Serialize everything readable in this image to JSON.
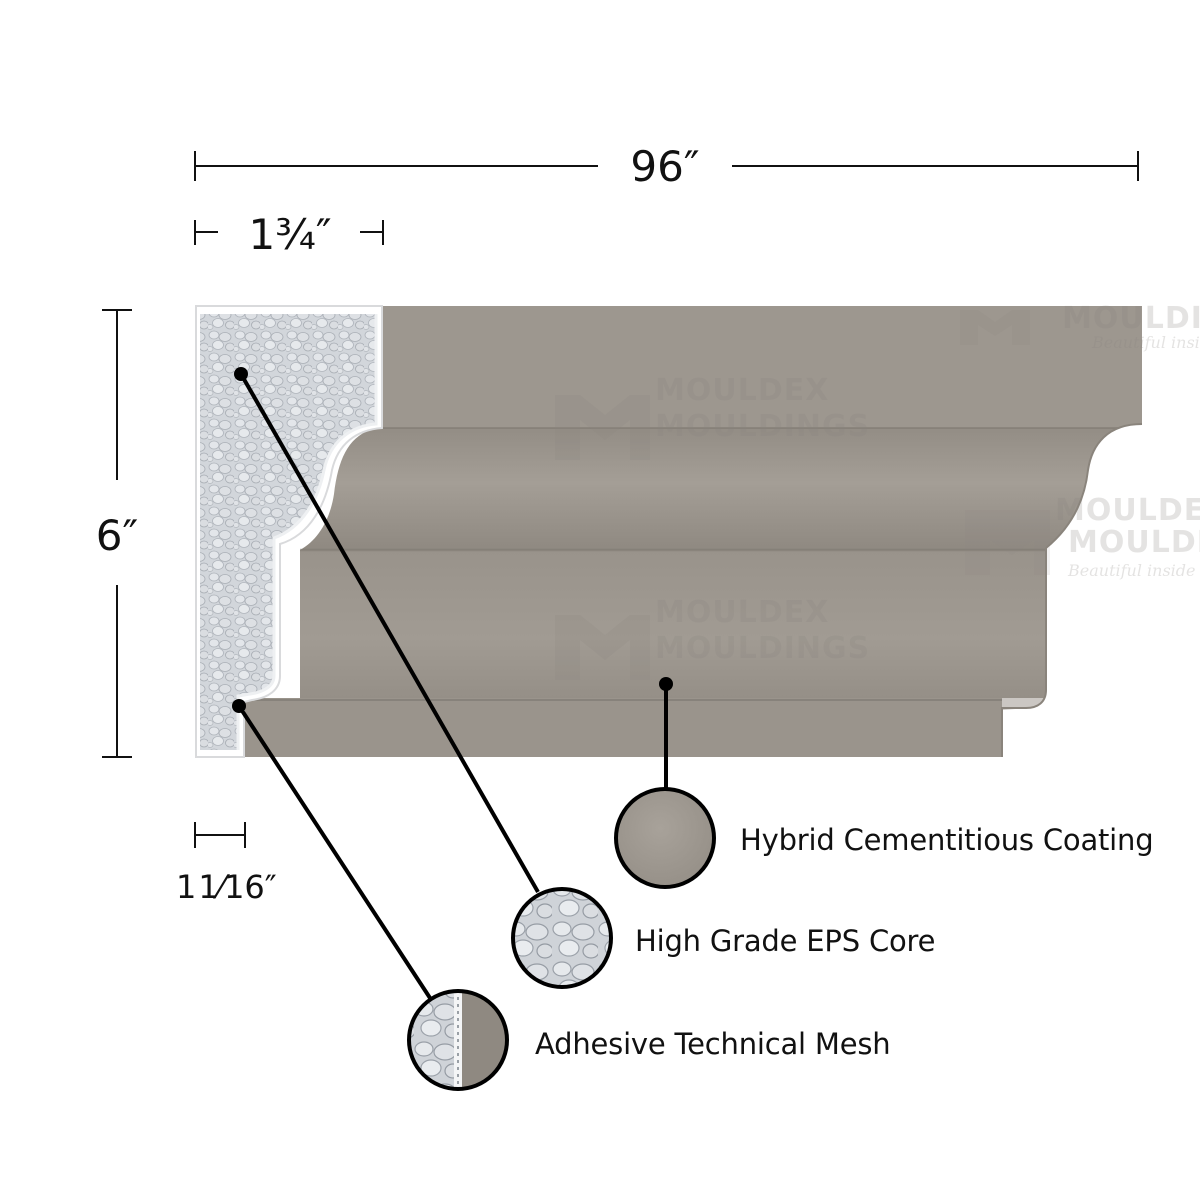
{
  "dimensions": {
    "length": "96″",
    "depth_top": "1¾″",
    "height": "6″",
    "depth_bottom_whole": "1",
    "depth_bottom_fraction": "1⁄16",
    "depth_bottom_inch": "″"
  },
  "layers": [
    {
      "label": "Hybrid Cementitious Coating",
      "icon": "coating-swatch-icon"
    },
    {
      "label": "High Grade EPS Core",
      "icon": "eps-swatch-icon"
    },
    {
      "label": "Adhesive Technical Mesh",
      "icon": "mesh-swatch-icon"
    }
  ],
  "watermark": {
    "brand": "MOULDEX",
    "brand_line2": "MOULDINGS",
    "tagline": "Beautiful inside"
  },
  "colors": {
    "coating": "#9e9890",
    "coating_dark": "#8c867e",
    "coating_light": "#aaa49c",
    "foam": "#cfd3d8",
    "foam_dark": "#b7bcc3",
    "line": "#111111"
  }
}
